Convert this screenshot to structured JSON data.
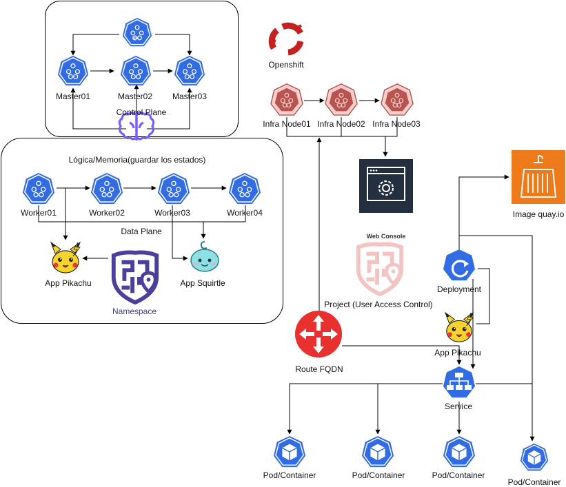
{
  "control_plane": {
    "caption": "Control Plane",
    "api_badge": "api",
    "masters": [
      "Master01",
      "Master02",
      "Master03"
    ]
  },
  "data_plane": {
    "memory_caption": "Lógica/Memoria(guardar los estados)",
    "caption": "Data Plane",
    "workers": [
      "Worker01",
      "Worker02",
      "Worker03",
      "Worker04"
    ],
    "app_pikachu": "App Pikachu",
    "app_squirtle": "App Squirtle",
    "namespace": "Namespace"
  },
  "openshift": {
    "logo_label": "Openshift",
    "infra_nodes": [
      "Infra Node01",
      "Infra Node02",
      "Infra Node03"
    ],
    "web_console": "Web Console",
    "project": "Project (User Access Control)",
    "route": "Route FQDN",
    "image_registry": "Image quay.io",
    "deployment": "Deployment",
    "app_pikachu": "App Pikachu",
    "service": "Service",
    "pods": [
      "Pod/Container",
      "Pod/Container",
      "Pod/Container",
      "Pod/Container"
    ]
  },
  "colors": {
    "k8s_blue": "#326ce5",
    "infra_red": "#b85450",
    "infra_fill": "#f8cecc",
    "openshift_red": "#c5221f",
    "route_red": "#e8302f",
    "namespace_purple": "#4b3f9e",
    "brain_purple": "#7b5cff",
    "aws_orange": "#ee7a1a",
    "console_dark": "#232f3e"
  },
  "icons": {
    "master": "kubernetes-node-icon",
    "api": "kubernetes-api-icon",
    "brain": "brain-icon",
    "worker": "kubernetes-node-icon",
    "pikachu": "pikachu-icon",
    "squirtle": "squirtle-icon",
    "namespace": "namespace-shield-icon",
    "openshift": "openshift-logo-icon",
    "infra": "infra-node-icon",
    "web_console": "web-console-gear-icon",
    "route": "route-arrows-icon",
    "registry": "container-registry-icon",
    "deployment": "deployment-icon",
    "service": "service-icon",
    "pod": "pod-cube-icon"
  }
}
